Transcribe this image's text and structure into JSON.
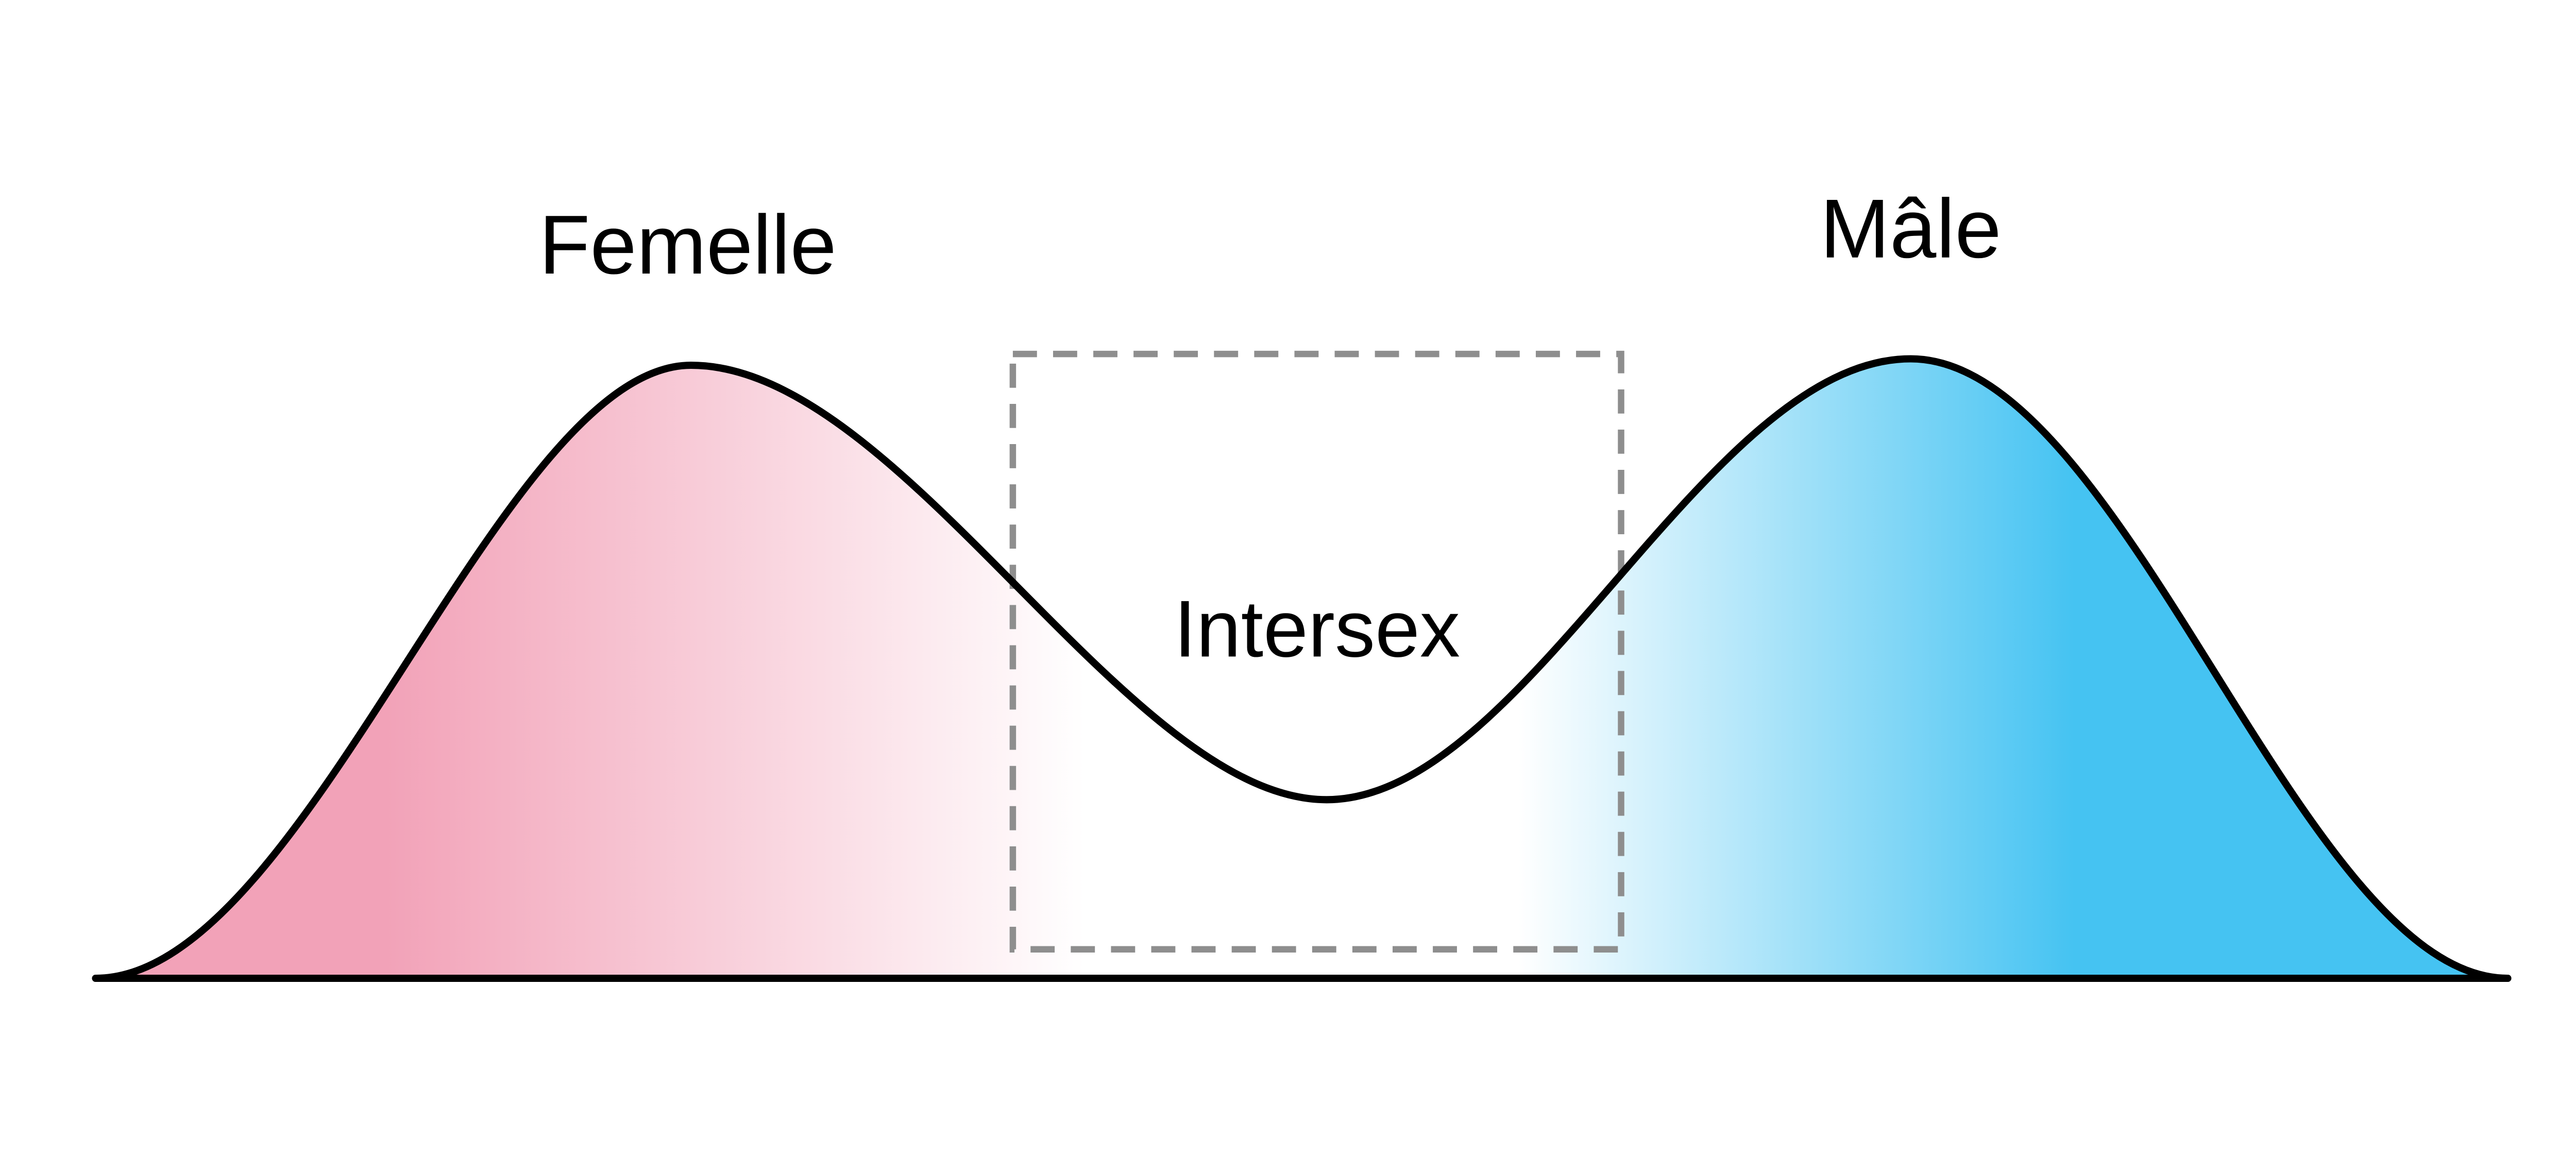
{
  "diagram": {
    "labels": {
      "female": "Femelle",
      "male": "Mâle",
      "intersex": "Intersex"
    },
    "colors": {
      "female_pink": "#F2A2B8",
      "male_blue": "#45C3F2",
      "white": "#FFFFFF",
      "curve_stroke": "#000000",
      "dashed_box_gray": "#8E8E8E"
    }
  }
}
